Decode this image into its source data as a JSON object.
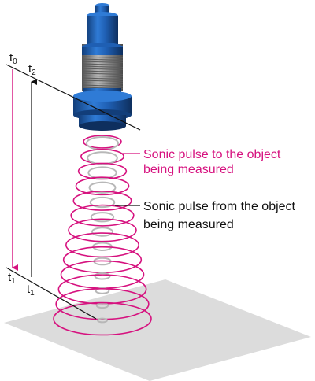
{
  "colors": {
    "magenta": "#D6127F",
    "gray_ring": "#B8B8B8",
    "sensor_blue": "#1F5FB3",
    "sensor_blue_dark": "#123E7A",
    "thread_gray": "#8A8A8A",
    "floor": "#DCDCDC",
    "line": "#111111"
  },
  "labels": {
    "to_object": {
      "line1": "Sonic pulse to the object",
      "line2": "being measured"
    },
    "from_object": {
      "line1": "Sonic pulse from the object",
      "line2": "being measured"
    }
  },
  "time_markers": {
    "t0": {
      "base": "t",
      "sub": "0"
    },
    "t2": {
      "base": "t",
      "sub": "2"
    },
    "t1_left": {
      "base": "t",
      "sub": "1"
    },
    "t1_right": {
      "base": "t",
      "sub": "1"
    }
  },
  "icons": {
    "sensor": "ultrasonic-sensor-icon",
    "floor": "measured-object-surface"
  }
}
